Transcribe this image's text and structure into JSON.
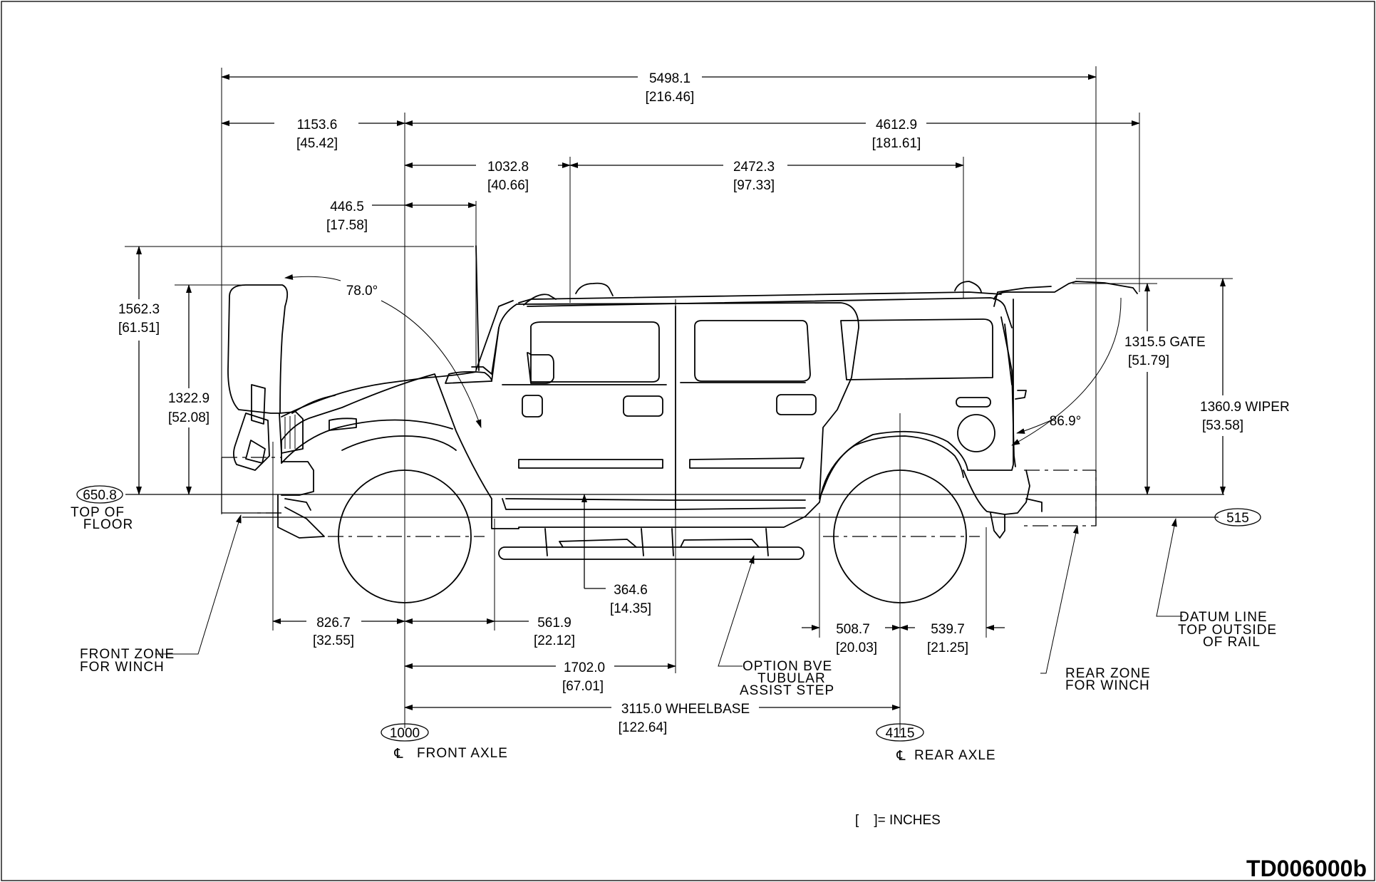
{
  "drawing_code": "TD006000b",
  "legend": "[    ]= INCHES",
  "dims": {
    "overall_length": "5498.1",
    "overall_length_in": "[216.46]",
    "front_to_axle": "1153.6",
    "front_to_axle_in": "[45.42]",
    "axle_to_rear": "4612.9",
    "axle_to_rear_in": "[181.61]",
    "axle_to_rack": "1032.8",
    "axle_to_rack_in": "[40.66]",
    "rack_length": "2472.3",
    "rack_length_in": "[97.33]",
    "axle_to_antenna": "446.5",
    "axle_to_antenna_in": "[17.58]",
    "hood_open_height": "1562.3",
    "hood_open_height_in": "[61.51]",
    "hood_height": "1322.9",
    "hood_height_in": "[52.08]",
    "hood_angle": "78.0°",
    "gate_angle": "86.9°",
    "gate_height": "1315.5 GATE",
    "gate_height_in": "[51.79]",
    "wiper_height": "1360.9 WIPER",
    "wiper_height_in": "[53.58]",
    "step_height": "364.6",
    "step_height_in": "[14.35]",
    "front_overhang": "826.7",
    "front_overhang_in": "[32.55]",
    "front_axle_to_rocker": "561.9",
    "front_axle_to_rocker_in": "[22.12]",
    "axle_to_b_pillar": "1702.0",
    "axle_to_b_pillar_in": "[67.01]",
    "rear_wheel_front": "508.7",
    "rear_wheel_front_in": "[20.03]",
    "rear_wheel_rear": "539.7",
    "rear_wheel_rear_in": "[21.25]",
    "wheelbase": "3115.0 WHEELBASE",
    "wheelbase_in": "[122.64]"
  },
  "refs": {
    "floor_value": "650.8",
    "floor_label_1": "TOP OF",
    "floor_label_2": "FLOOR",
    "datum_value": "515",
    "front_axle_value": "1000",
    "front_axle_label": "FRONT AXLE",
    "rear_axle_value": "4115",
    "rear_axle_label": "REAR AXLE",
    "centerline_symbol": "℄"
  },
  "notes": {
    "front_winch_1": "FRONT ZONE",
    "front_winch_2": "FOR WINCH",
    "rear_winch_1": "REAR ZONE",
    "rear_winch_2": "FOR WINCH",
    "datum_1": "DATUM LINE",
    "datum_2": "TOP OUTSIDE",
    "datum_3": "OF RAIL",
    "step_1": "OPTION BVE",
    "step_2": "TUBULAR",
    "step_3": "ASSIST STEP"
  }
}
